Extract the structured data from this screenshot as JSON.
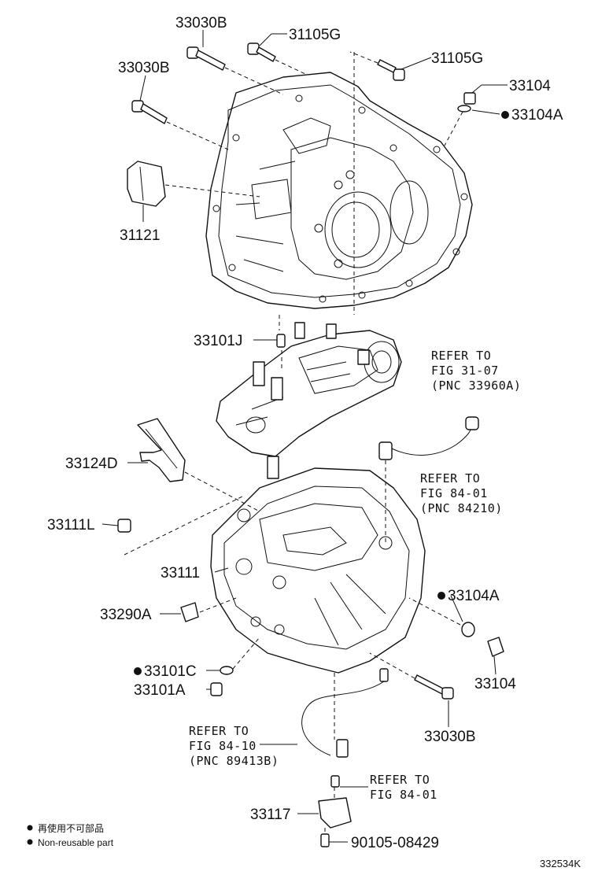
{
  "figure_id": "332534K",
  "legend": {
    "reuse_cn": "再使用不可部品",
    "reuse_en": "Non-reusable part"
  },
  "parts": {
    "p33030B_top": "33030B",
    "p31105G_top": "31105G",
    "p33030B_left": "33030B",
    "p31105G_right": "31105G",
    "p33104_top": "33104",
    "p33104A_top": "33104A",
    "p31121": "31121",
    "p33101J": "33101J",
    "p33124D": "33124D",
    "p33111L": "33111L",
    "p33111": "33111",
    "p33290A": "33290A",
    "p33104A_mid": "33104A",
    "p33101C": "33101C",
    "p33101A": "33101A",
    "p33104_bottom": "33104",
    "p33030B_bottom": "33030B",
    "p33117": "33117",
    "p90105": "90105-08429"
  },
  "refs": {
    "r1": [
      "REFER TO",
      "FIG 31-07",
      "(PNC 33960A)"
    ],
    "r2": [
      "REFER TO",
      "FIG 84-01",
      "(PNC 84210)"
    ],
    "r3": [
      "REFER TO",
      "FIG 84-10",
      "(PNC 89413B)"
    ],
    "r4": [
      "REFER TO",
      "FIG 84-01"
    ]
  }
}
